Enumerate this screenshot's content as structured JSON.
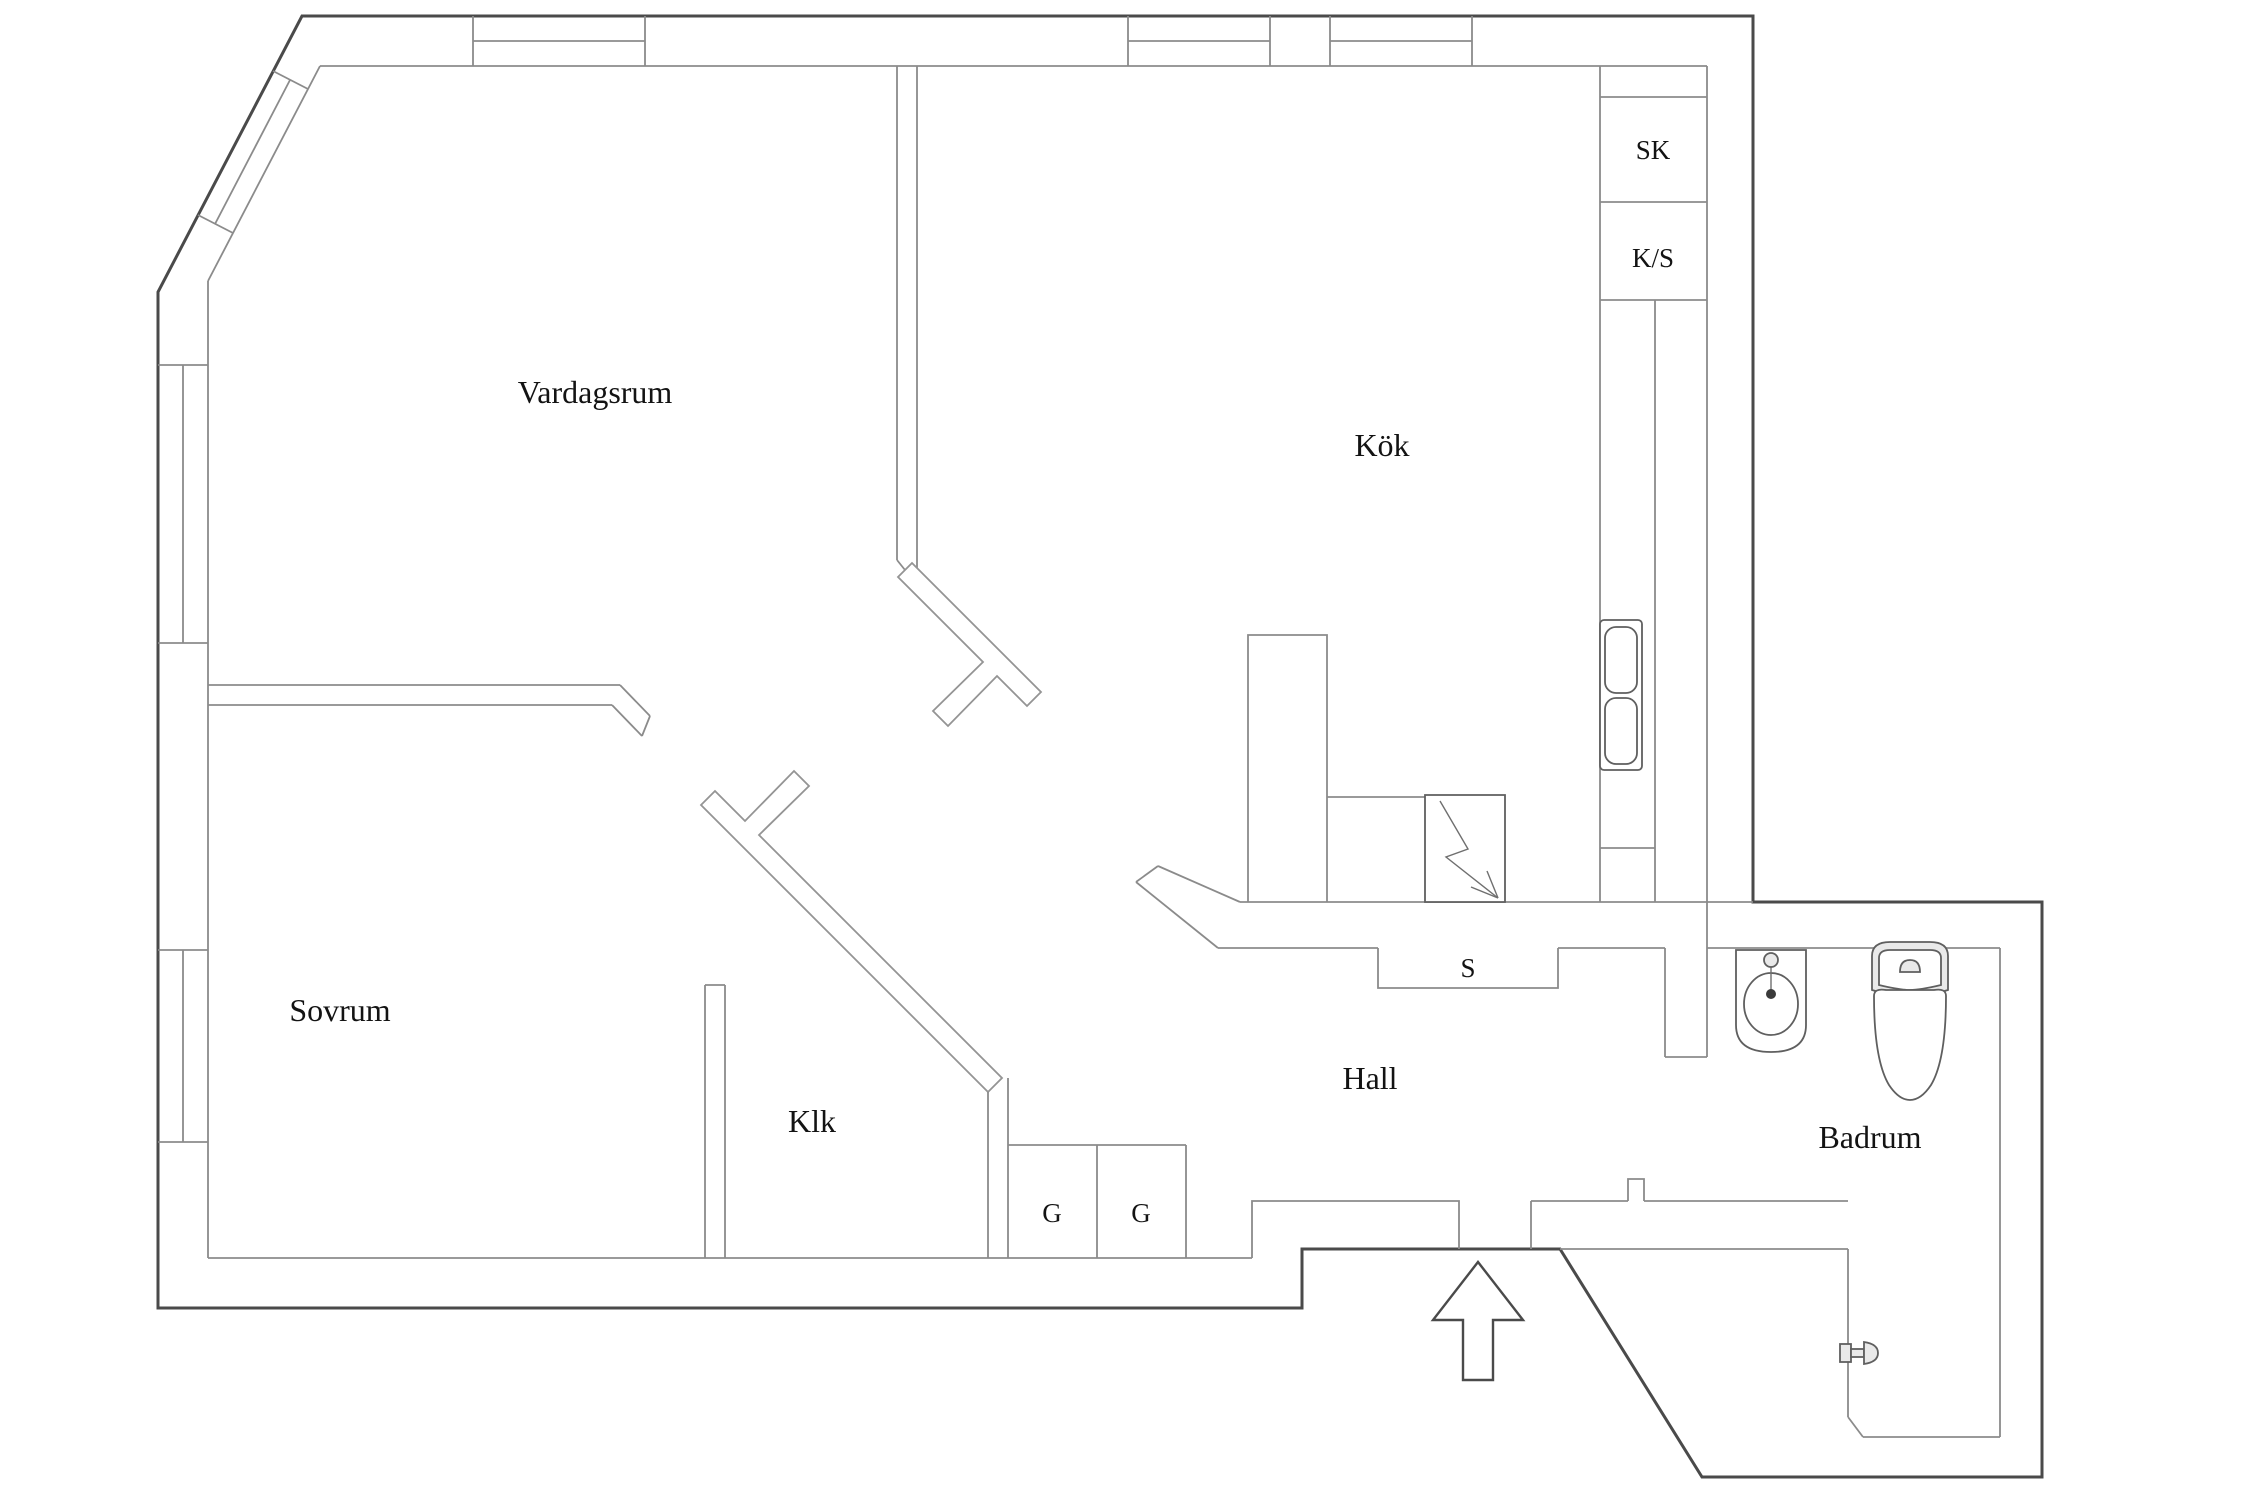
{
  "plan": {
    "type": "apartment-floor-plan",
    "language": "Swedish",
    "colors": {
      "background": "#ffffff",
      "outer_wall": "#4a4a4a",
      "inner_wall": "#8b8b8b",
      "text": "#131313"
    }
  },
  "rooms": {
    "vardagsrum": {
      "label": "Vardagsrum"
    },
    "kok": {
      "label": "Kök"
    },
    "sovrum": {
      "label": "Sovrum"
    },
    "klk": {
      "label": "Klk"
    },
    "hall": {
      "label": "Hall"
    },
    "badrum": {
      "label": "Badrum"
    }
  },
  "closets": {
    "sk": {
      "label": "SK"
    },
    "ks": {
      "label": "K/S"
    },
    "s": {
      "label": "S"
    },
    "g1": {
      "label": "G"
    },
    "g2": {
      "label": "G"
    }
  },
  "icons": [
    "entrance-arrow-icon",
    "kitchen-double-sink-icon",
    "electrical-panel-lightning-icon",
    "bathroom-sink-icon",
    "toilet-icon",
    "door-handle-icon",
    "door-leaf-symbol"
  ]
}
